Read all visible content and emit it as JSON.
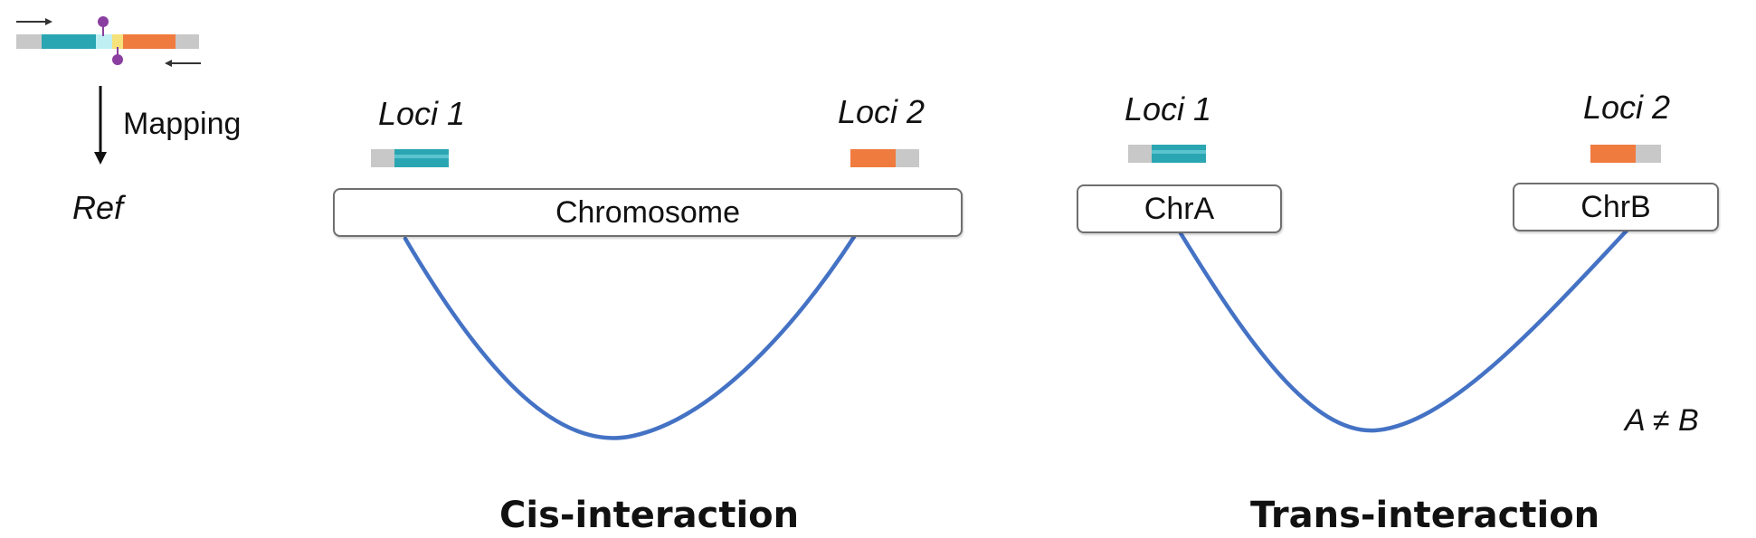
{
  "mapping": {
    "label": "Mapping",
    "ref_label": "Ref"
  },
  "cis": {
    "locus1_label": "Loci 1",
    "locus2_label": "Loci 2",
    "chromosome_label": "Chromosome",
    "caption": "Cis-interaction"
  },
  "trans": {
    "locus1_label": "Loci 1",
    "locus2_label": "Loci 2",
    "chrA_label": "ChrA",
    "chrB_label": "ChrB",
    "inequality": "A ≠ B",
    "caption": "Trans-interaction"
  },
  "colors": {
    "teal": "#2aa6b2",
    "teal_light": "#4fc3cc",
    "orange": "#f07b3f",
    "gray": "#c8c8c8",
    "arc_blue": "#4472c4",
    "marker_purple": "#8a3fa0",
    "yellow": "#f5e27a"
  },
  "icons": {
    "read_pair": "paired-read-icon",
    "mapping_arrow": "down-arrow-icon"
  }
}
